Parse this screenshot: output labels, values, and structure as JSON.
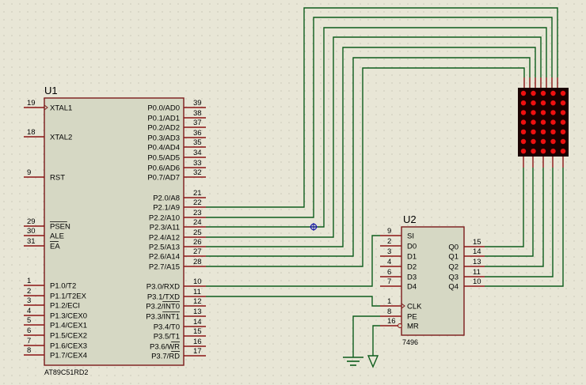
{
  "u1": {
    "ref": "U1",
    "part": "AT89C51RD2",
    "left_pins": [
      {
        "num": "19",
        "name": "XTAL1"
      },
      {
        "num": "18",
        "name": "XTAL2"
      },
      {
        "num": "9",
        "name": "RST"
      },
      {
        "num": "29",
        "name": "PSEN"
      },
      {
        "num": "30",
        "name": "ALE"
      },
      {
        "num": "31",
        "name": "EA"
      },
      {
        "num": "1",
        "name": "P1.0/T2"
      },
      {
        "num": "2",
        "name": "P1.1/T2EX"
      },
      {
        "num": "3",
        "name": "P1.2/ECI"
      },
      {
        "num": "4",
        "name": "P1.3/CEX0"
      },
      {
        "num": "5",
        "name": "P1.4/CEX1"
      },
      {
        "num": "6",
        "name": "P1.5/CEX2"
      },
      {
        "num": "7",
        "name": "P1.6/CEX3"
      },
      {
        "num": "8",
        "name": "P1.7/CEX4"
      }
    ],
    "right_pins": [
      {
        "num": "39",
        "name": "P0.0/AD0"
      },
      {
        "num": "38",
        "name": "P0.1/AD1"
      },
      {
        "num": "37",
        "name": "P0.2/AD2"
      },
      {
        "num": "36",
        "name": "P0.3/AD3"
      },
      {
        "num": "35",
        "name": "P0.4/AD4"
      },
      {
        "num": "34",
        "name": "P0.5/AD5"
      },
      {
        "num": "33",
        "name": "P0.6/AD6"
      },
      {
        "num": "32",
        "name": "P0.7/AD7"
      },
      {
        "num": "21",
        "name": "P2.0/A8"
      },
      {
        "num": "22",
        "name": "P2.1/A9"
      },
      {
        "num": "23",
        "name": "P2.2/A10"
      },
      {
        "num": "24",
        "name": "P2.3/A11"
      },
      {
        "num": "25",
        "name": "P2.4/A12"
      },
      {
        "num": "26",
        "name": "P2.5/A13"
      },
      {
        "num": "27",
        "name": "P2.6/A14"
      },
      {
        "num": "28",
        "name": "P2.7/A15"
      },
      {
        "num": "10",
        "name": "P3.0/RXD"
      },
      {
        "num": "11",
        "name": "P3.1/TXD"
      },
      {
        "num": "12",
        "name": "P3.2/INT0"
      },
      {
        "num": "13",
        "name": "P3.3/INT1"
      },
      {
        "num": "14",
        "name": "P3.4/T0"
      },
      {
        "num": "15",
        "name": "P3.5/T1"
      },
      {
        "num": "16",
        "name": "P3.6/WR"
      },
      {
        "num": "17",
        "name": "P3.7/RD"
      }
    ]
  },
  "u2": {
    "ref": "U2",
    "part": "7496",
    "left_pins": [
      {
        "num": "9",
        "name": "SI"
      },
      {
        "num": "2",
        "name": "D0"
      },
      {
        "num": "3",
        "name": "D1"
      },
      {
        "num": "4",
        "name": "D2"
      },
      {
        "num": "6",
        "name": "D3"
      },
      {
        "num": "7",
        "name": "D4"
      },
      {
        "num": "1",
        "name": "CLK"
      },
      {
        "num": "8",
        "name": "PE"
      },
      {
        "num": "16",
        "name": "MR"
      }
    ],
    "right_pins": [
      {
        "num": "15",
        "name": "Q0"
      },
      {
        "num": "14",
        "name": "Q1"
      },
      {
        "num": "13",
        "name": "Q2"
      },
      {
        "num": "11",
        "name": "Q3"
      },
      {
        "num": "10",
        "name": "Q4"
      }
    ]
  },
  "led_matrix": {
    "rows": 7,
    "cols": 5
  },
  "colors": {
    "background": "#e8e6d6",
    "chip_fill": "#d6d8c4",
    "chip_border": "#7a1a1a",
    "pin": "#8b1414",
    "wire": "#0d5c1c",
    "matrix_bg": "#1a0000",
    "led": "#ee1010",
    "ground": "#0d5c1c",
    "probe": "#1a1aaa"
  }
}
